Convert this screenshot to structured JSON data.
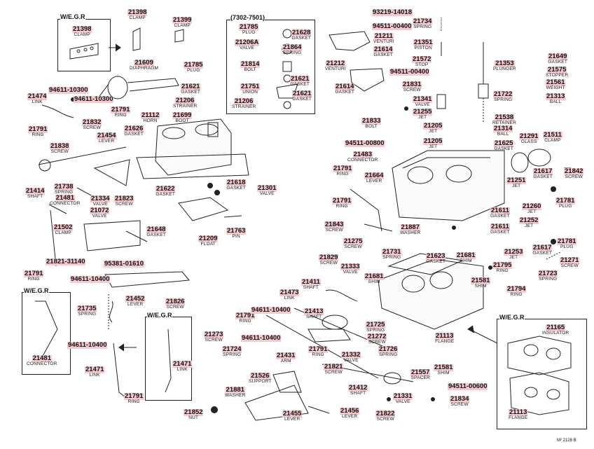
{
  "boxes": {
    "egr_top": "W/E.G.R",
    "series": "(7302-7501)",
    "egr_left": "W/E.G.R",
    "egr_mid": "W/E.G.R",
    "egr_right": "W/E.G.R"
  },
  "footer": "M² 2128 B",
  "callouts": [
    {
      "pn": "21398",
      "nm": "CLAMP"
    },
    {
      "pn": "21398",
      "nm": "CLAMP"
    },
    {
      "pn": "21399",
      "nm": "CLAMP"
    },
    {
      "pn": "21785",
      "nm": "PLUG"
    },
    {
      "pn": "21628",
      "nm": "GASKET"
    },
    {
      "pn": "21206A",
      "nm": "VALVE"
    },
    {
      "pn": "21864",
      "nm": "SPRING"
    },
    {
      "pn": "21814",
      "nm": "BOLT"
    },
    {
      "pn": "21621",
      "nm": "GASKET"
    },
    {
      "pn": "21751",
      "nm": "UNION"
    },
    {
      "pn": "21621",
      "nm": "GASKET"
    },
    {
      "pn": "21206",
      "nm": "STRAINER"
    },
    {
      "pn": "93219-14018",
      "nm": ""
    },
    {
      "pn": "21734",
      "nm": "SPRING"
    },
    {
      "pn": "94511-00400",
      "nm": ""
    },
    {
      "pn": "21211",
      "nm": "VENTURI"
    },
    {
      "pn": "21614",
      "nm": "GASKET"
    },
    {
      "pn": "21351",
      "nm": "PISTON"
    },
    {
      "pn": "21212",
      "nm": "VENTURI"
    },
    {
      "pn": "21572",
      "nm": "STOP"
    },
    {
      "pn": "94511-00400",
      "nm": ""
    },
    {
      "pn": "21353",
      "nm": "PLUNGER"
    },
    {
      "pn": "21649",
      "nm": "GASKET"
    },
    {
      "pn": "21575",
      "nm": "STOPPER"
    },
    {
      "pn": "21561",
      "nm": "WEIGHT"
    },
    {
      "pn": "21313",
      "nm": "BALL"
    },
    {
      "pn": "21609",
      "nm": "DIAPHRAGM"
    },
    {
      "pn": "21785",
      "nm": "PLUG"
    },
    {
      "pn": "21621",
      "nm": "GASKET"
    },
    {
      "pn": "21206",
      "nm": "STRAINER"
    },
    {
      "pn": "21614",
      "nm": "GASKET"
    },
    {
      "pn": "21831",
      "nm": "SCREW"
    },
    {
      "pn": "21341",
      "nm": "VALVE"
    },
    {
      "pn": "21255",
      "nm": "JET"
    },
    {
      "pn": "21722",
      "nm": "SPRING"
    },
    {
      "pn": "21538",
      "nm": "RETAINER"
    },
    {
      "pn": "21314",
      "nm": "BALL"
    },
    {
      "pn": "21474",
      "nm": "LINK"
    },
    {
      "pn": "94611-10300",
      "nm": ""
    },
    {
      "pn": "94611-10300",
      "nm": ""
    },
    {
      "pn": "21791",
      "nm": "RING"
    },
    {
      "pn": "21112",
      "nm": "HORN"
    },
    {
      "pn": "21699",
      "nm": "BOOT"
    },
    {
      "pn": "21832",
      "nm": "SCREW"
    },
    {
      "pn": "21626",
      "nm": "GASKET"
    },
    {
      "pn": "21454",
      "nm": "LEVER"
    },
    {
      "pn": "21791",
      "nm": "RING"
    },
    {
      "pn": "21833",
      "nm": "BOLT"
    },
    {
      "pn": "21205",
      "nm": "JET"
    },
    {
      "pn": "21205",
      "nm": "JET"
    },
    {
      "pn": "21291",
      "nm": "GLASS"
    },
    {
      "pn": "21511",
      "nm": "CLAMP"
    },
    {
      "pn": "21625",
      "nm": "GASKET"
    },
    {
      "pn": "94511-00800",
      "nm": ""
    },
    {
      "pn": "21838",
      "nm": "SCREW"
    },
    {
      "pn": "21483",
      "nm": "CONNECTOR"
    },
    {
      "pn": "21791",
      "nm": "RING"
    },
    {
      "pn": "21664",
      "nm": "LEVER"
    },
    {
      "pn": "21617",
      "nm": "GASKET"
    },
    {
      "pn": "21842",
      "nm": "SCREW"
    },
    {
      "pn": "21251",
      "nm": "JET"
    },
    {
      "pn": "21618",
      "nm": "GASKET"
    },
    {
      "pn": "21301",
      "nm": "VALVE"
    },
    {
      "pn": "21738",
      "nm": "SPRING"
    },
    {
      "pn": "21414",
      "nm": "SHAFT"
    },
    {
      "pn": "21481",
      "nm": "CONNECTOR"
    },
    {
      "pn": "21334",
      "nm": "VALVE"
    },
    {
      "pn": "21823",
      "nm": "SCREW"
    },
    {
      "pn": "21622",
      "nm": "GASKET"
    },
    {
      "pn": "21791",
      "nm": "RING"
    },
    {
      "pn": "21611",
      "nm": "GASKET"
    },
    {
      "pn": "21260",
      "nm": "JET"
    },
    {
      "pn": "21781",
      "nm": "PLUG"
    },
    {
      "pn": "21072",
      "nm": "VALVE"
    },
    {
      "pn": "21502",
      "nm": "CLAMP"
    },
    {
      "pn": "21648",
      "nm": "GASKET"
    },
    {
      "pn": "21209",
      "nm": "FLOAT"
    },
    {
      "pn": "21763",
      "nm": "PIN"
    },
    {
      "pn": "21843",
      "nm": "SCREW"
    },
    {
      "pn": "21887",
      "nm": "WASHER"
    },
    {
      "pn": "21252",
      "nm": "JET"
    },
    {
      "pn": "21611",
      "nm": "GASKET"
    },
    {
      "pn": "21275",
      "nm": "SCREW"
    },
    {
      "pn": "21253",
      "nm": "JET"
    },
    {
      "pn": "21617",
      "nm": "GASKET"
    },
    {
      "pn": "21781",
      "nm": "PLUG"
    },
    {
      "pn": "21731",
      "nm": "SPRING"
    },
    {
      "pn": "21623",
      "nm": "GASKET"
    },
    {
      "pn": "21681",
      "nm": "SHIM"
    },
    {
      "pn": "21271",
      "nm": "SCREW"
    },
    {
      "pn": "21821-31140",
      "nm": ""
    },
    {
      "pn": "95381-01610",
      "nm": ""
    },
    {
      "pn": "21791",
      "nm": "RING"
    },
    {
      "pn": "21829",
      "nm": "SCREW"
    },
    {
      "pn": "21333",
      "nm": "VALVE"
    },
    {
      "pn": "21795",
      "nm": "RING"
    },
    {
      "pn": "21723",
      "nm": "SPRING"
    },
    {
      "pn": "94611-10400",
      "nm": ""
    },
    {
      "pn": "21681",
      "nm": "SHIM"
    },
    {
      "pn": "21581",
      "nm": "SHIM"
    },
    {
      "pn": "21411",
      "nm": "SHAFT"
    },
    {
      "pn": "21794",
      "nm": "RING"
    },
    {
      "pn": "21452",
      "nm": "LEVER"
    },
    {
      "pn": "21826",
      "nm": "SCREW"
    },
    {
      "pn": "21473",
      "nm": "LINK"
    },
    {
      "pn": "21735",
      "nm": "SPRING"
    },
    {
      "pn": "21791",
      "nm": "RING"
    },
    {
      "pn": "94611-10400",
      "nm": ""
    },
    {
      "pn": "21413",
      "nm": "SHAFT"
    },
    {
      "pn": "21165",
      "nm": "INSULATOR"
    },
    {
      "pn": "94611-10400",
      "nm": ""
    },
    {
      "pn": "21725",
      "nm": "SPRING"
    },
    {
      "pn": "94611-10400",
      "nm": ""
    },
    {
      "pn": "21272",
      "nm": "SCREW"
    },
    {
      "pn": "21113",
      "nm": "FLANGE"
    },
    {
      "pn": "21273",
      "nm": "SCREW"
    },
    {
      "pn": "21724",
      "nm": "SPRING"
    },
    {
      "pn": "21791",
      "nm": "RING"
    },
    {
      "pn": "21332",
      "nm": "VALVE"
    },
    {
      "pn": "21726",
      "nm": "SPRING"
    },
    {
      "pn": "21481",
      "nm": "CONNECTOR"
    },
    {
      "pn": "21471",
      "nm": "LINK"
    },
    {
      "pn": "21471",
      "nm": "LINK"
    },
    {
      "pn": "21431",
      "nm": "ARM"
    },
    {
      "pn": "21821",
      "nm": "SCREW"
    },
    {
      "pn": "21581",
      "nm": "SHIM"
    },
    {
      "pn": "21526",
      "nm": "SUPPORT"
    },
    {
      "pn": "21557",
      "nm": "SPACER"
    },
    {
      "pn": "21791",
      "nm": "RING"
    },
    {
      "pn": "21881",
      "nm": "WASHER"
    },
    {
      "pn": "21412",
      "nm": "SHAFT"
    },
    {
      "pn": "94511-00600",
      "nm": ""
    },
    {
      "pn": "21331",
      "nm": "VALVE"
    },
    {
      "pn": "21834",
      "nm": "SCREW"
    },
    {
      "pn": "21852",
      "nm": "NUT"
    },
    {
      "pn": "21455",
      "nm": "LEVER"
    },
    {
      "pn": "21456",
      "nm": "LEVER"
    },
    {
      "pn": "21822",
      "nm": "SCREW"
    },
    {
      "pn": "21113",
      "nm": "FLANGE"
    }
  ]
}
